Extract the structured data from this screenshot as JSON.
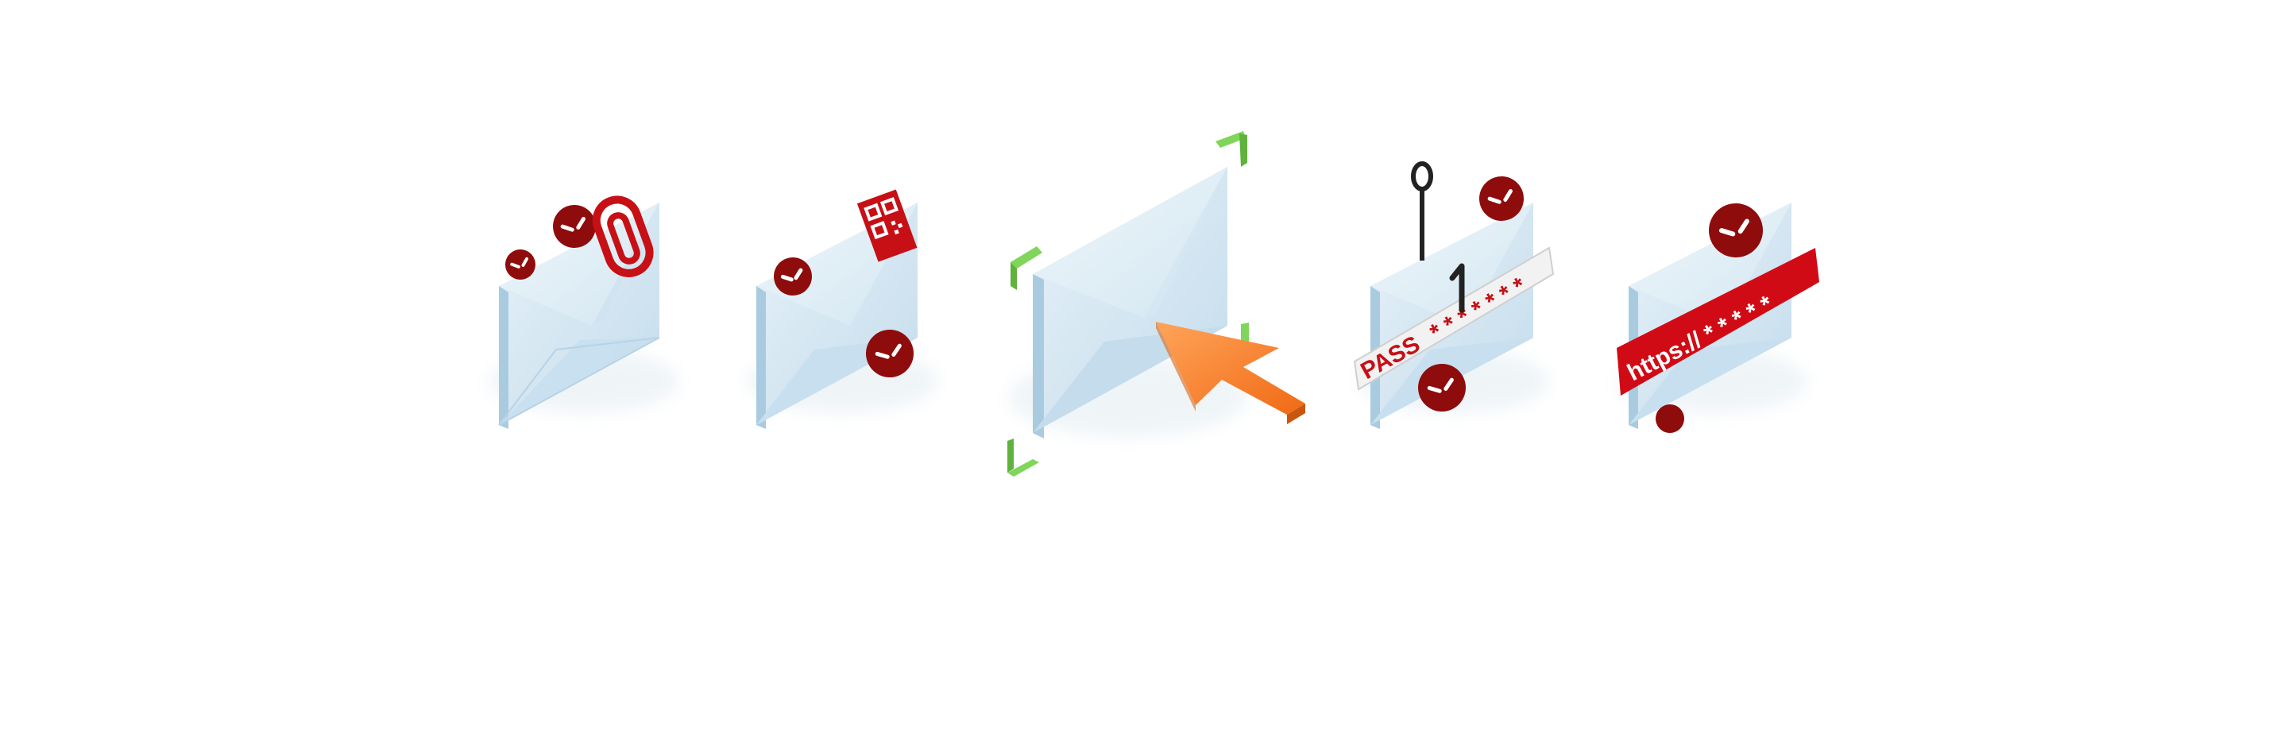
{
  "scene": {
    "background": "#ffffff",
    "description_items": [
      "envelope-malicious-attachment",
      "envelope-malicious-qr-code",
      "envelope-selected-with-cursor",
      "envelope-phishing-hook-password",
      "envelope-malicious-link-password"
    ]
  },
  "colors": {
    "envelope_light": "#dfeef6",
    "envelope_mid": "#c9e0ee",
    "envelope_dark": "#b4d3e6",
    "envelope_edge": "#a8c9de",
    "threat_red": "#a50f0f",
    "threat_dark": "#7c0707",
    "banner_red": "#d10b16",
    "cursor_orange": "#f47a20",
    "cursor_dark": "#c9560f",
    "bracket_green": "#7fd65a",
    "bracket_dark": "#5fb23b",
    "hook_black": "#222222"
  },
  "icons": {
    "attachment": "paperclip-icon",
    "qr": "qr-code-icon",
    "cursor": "pointer-arrow-icon",
    "hook": "fishing-hook-icon",
    "threat": "malware-badge-icon"
  },
  "labels": {
    "password_prefix": "PASS",
    "password_mask": "* * * * * * *",
    "link_text": "https:// * * * * *"
  }
}
